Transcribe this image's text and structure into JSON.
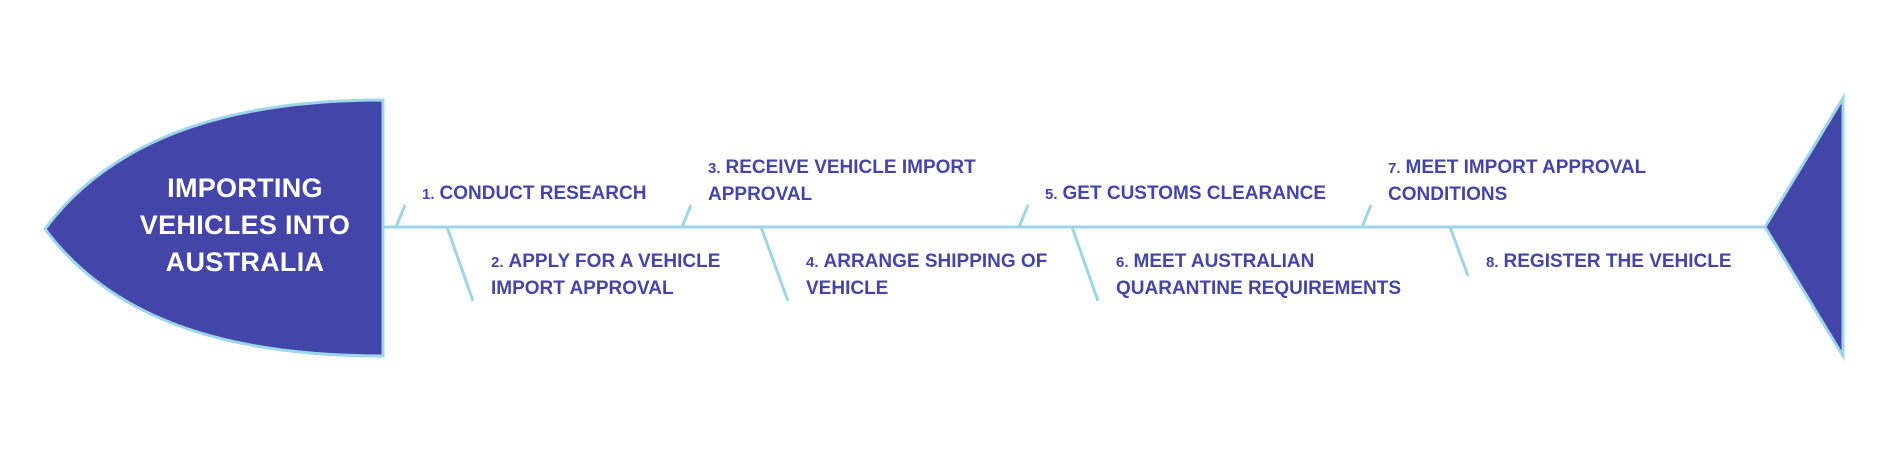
{
  "diagram": {
    "title_lines": [
      "IMPORTING",
      "VEHICLES INTO",
      "AUSTRALIA"
    ],
    "steps": [
      {
        "number": "1.",
        "lines": [
          "CONDUCT RESEARCH"
        ]
      },
      {
        "number": "2.",
        "lines": [
          "APPLY FOR A VEHICLE",
          "IMPORT APPROVAL"
        ]
      },
      {
        "number": "3.",
        "lines": [
          "RECEIVE VEHICLE IMPORT",
          "APPROVAL"
        ]
      },
      {
        "number": "4.",
        "lines": [
          "ARRANGE SHIPPING OF",
          "VEHICLE"
        ]
      },
      {
        "number": "5.",
        "lines": [
          "GET CUSTOMS CLEARANCE"
        ]
      },
      {
        "number": "6.",
        "lines": [
          "MEET AUSTRALIAN",
          "QUARANTINE REQUIREMENTS"
        ]
      },
      {
        "number": "7.",
        "lines": [
          "MEET IMPORT APPROVAL",
          "CONDITIONS"
        ]
      },
      {
        "number": "8.",
        "lines": [
          "REGISTER THE VEHICLE"
        ]
      }
    ],
    "colors": {
      "head_fill": "#4346a8",
      "spine": "#9dd6e8",
      "text": "#4346a8",
      "title_text": "#ffffff"
    }
  }
}
